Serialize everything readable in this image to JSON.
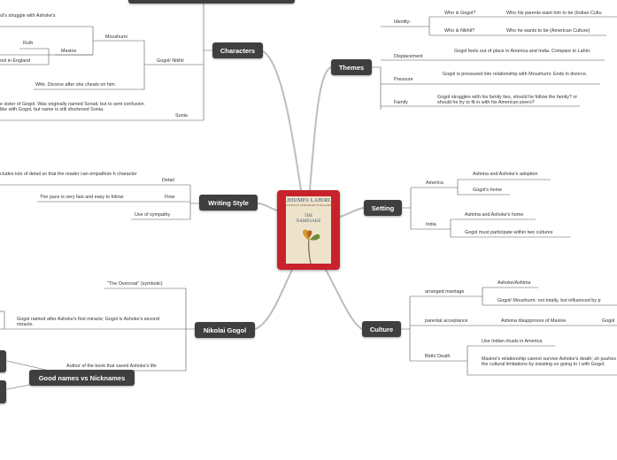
{
  "center": {
    "author": "JHUMPA LAHIRI",
    "subtitle": "AUTHOR OF INTERPRETER OF MALADIES",
    "title_line1": "THE",
    "title_line2": "NAMESAKE"
  },
  "topics": {
    "characters": "Characters",
    "themes": "Themes",
    "writing_style": "Writing Style",
    "setting": "Setting",
    "nikolai": "Nikolai Gogol",
    "culture": "Culture",
    "good_names": "Good names vs Nicknames"
  },
  "characters": {
    "struggle": "ol's struggle with Ashoke's",
    "moushumi": "Moushumi",
    "ruth": "Ruth",
    "maxine": "Maxine",
    "england": "ool in England",
    "gogol": "Gogol/ Nikhil",
    "wife": "Wife. Divorce after she cheats on him.",
    "sonia_desc": "e sister of Gogol. Was originally named Sonali, but to sent confusion like with Gogol, but name is still shortened Sonia.",
    "sonia": "Sonia"
  },
  "themes": {
    "identity": "Identity-",
    "who_gogol": "Who is Gogol?",
    "who_gogol_ans": "Who his parents want him to be (Indian Cultu",
    "who_nikhil": "Who is Nikhil?",
    "who_nikhil_ans": "Who he wants to be (American Culture)",
    "displacement": "Displacement",
    "displacement_desc": "Gogol feels out of place in America and India. Compare to Lahiri.",
    "pressure": "Pressure",
    "pressure_desc": "Gogol is pressured into relationship with Moushumi. Ends in divorce.",
    "family": "Family",
    "family_desc": "Gogol struggles with his family ties, should he follow the family? or should he try to fit in with his American peers?"
  },
  "writing_style": {
    "detail_desc": "cludes lots of detail so that the reader can empathize h character",
    "detail": "Detail",
    "flow_desc": "The pace is very fast and easy to follow",
    "flow": "Flow",
    "sympathy": "Use of sympathy"
  },
  "setting": {
    "america": "America",
    "adoption": "Ashima and Ashoke's adoption",
    "gogols_home": "Gogol's home",
    "india": "India",
    "ashima_home": "Ashima and Ashoke's home",
    "two_cultures": "Gogol must participate within two cultures"
  },
  "nikolai": {
    "overcoat": "\"The Overcoat\" (symbolic)",
    "miracle": "Gogol named after Ashoke's first miracle; Gogol is Ashoke's second miracle.",
    "author": "Author of the book that saved Ashoke's life"
  },
  "culture": {
    "arranged": "arranged marriage",
    "ashoke_ashima": "Ashoke/Ashima",
    "gogol_moushumi": "Gogol/ Moushumi- not totally, but influenced by p",
    "parental": "parental acceptance",
    "disapproves": "Ashima disapproves of Maxine",
    "gogol_cut": "Gogol",
    "birth_death": "Birth/ Death",
    "rituals": "Use Indian rituals in America",
    "maxine_desc": "Maxine's relationship cannot survive Ashoke's death; sh pushes the cultural limitations by insisting on going to I with Gogol."
  },
  "colors": {
    "topic_bg": "#3f3f3f",
    "center_red": "#c8232c",
    "branch_line": "#bbbbbb",
    "leaf_line": "#555555"
  }
}
